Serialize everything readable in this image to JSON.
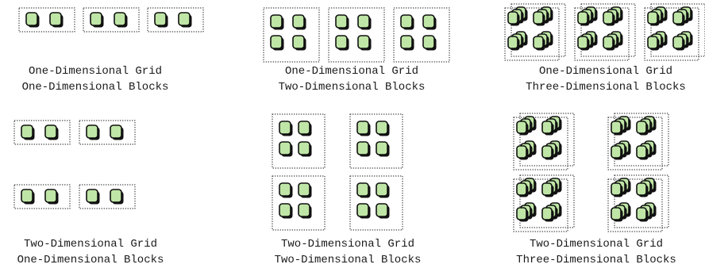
{
  "panels": [
    {
      "id": "1d-grid-1d-blocks",
      "line1": "One-Dimensional Grid",
      "line2": "One-Dimensional Blocks"
    },
    {
      "id": "1d-grid-2d-blocks",
      "line1": "One-Dimensional Grid",
      "line2": "Two-Dimensional Blocks"
    },
    {
      "id": "1d-grid-3d-blocks",
      "line1": "One-Dimensional Grid",
      "line2": "Three-Dimensional Blocks"
    },
    {
      "id": "2d-grid-1d-blocks",
      "line1": "Two-Dimensional Grid",
      "line2": "One-Dimensional Blocks"
    },
    {
      "id": "2d-grid-2d-blocks",
      "line1": "Two-Dimensional Grid",
      "line2": "Two-Dimensional Blocks"
    },
    {
      "id": "2d-grid-3d-blocks",
      "line1": "Two-Dimensional Grid",
      "line2": "Three-Dimensional Blocks"
    }
  ],
  "colors": {
    "thread_fill": "#bfe6a6",
    "thread_shadow": "#111111",
    "block_border": "#222222"
  },
  "icons": {
    "thread": "thread-cube-icon",
    "block": "dotted-block-frame"
  }
}
